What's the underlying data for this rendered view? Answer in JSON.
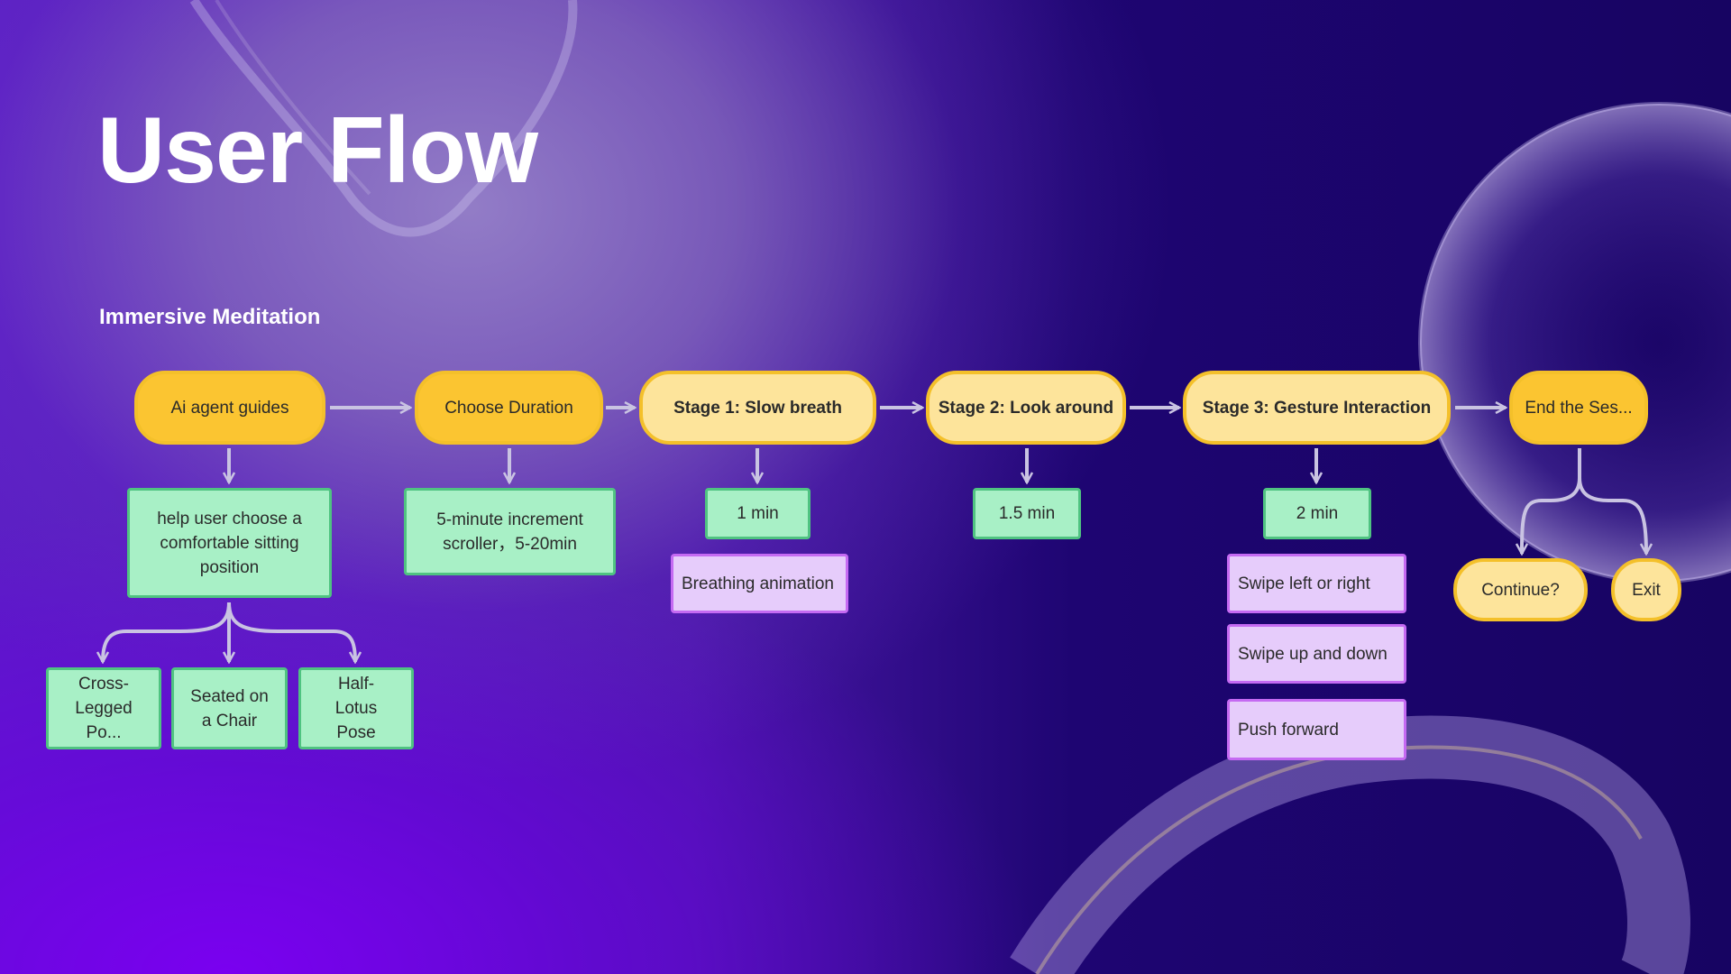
{
  "title": "User Flow",
  "subtitle": "Immersive Meditation",
  "colors": {
    "stage_fill": "#fbc531",
    "stage_light_fill": "#fde49b",
    "detail_fill": "#a8f0c6",
    "action_fill": "#e6ccfb",
    "connector": "#c9c3e2"
  },
  "nodes": {
    "ai_agent": "Ai agent guides",
    "choose_duration": "Choose Duration",
    "stage1": "Stage 1: Slow breath",
    "stage2": "Stage 2: Look around",
    "stage3": "Stage 3: Gesture Interaction",
    "end": "End the Ses...",
    "sitting_help": "help user choose a comfortable sitting position",
    "duration_scroller": "5-minute increment scroller，5-20min",
    "stage1_time": "1 min",
    "stage2_time": "1.5 min",
    "stage3_time": "2 min",
    "breathing": "Breathing animation",
    "swipe_lr": "Swipe left or right",
    "swipe_ud": "Swipe up and down",
    "push": "Push forward",
    "cross_legged": "Cross-Legged Po...",
    "chair": "Seated on a Chair",
    "half_lotus": "Half-Lotus Pose",
    "continue": "Continue?",
    "exit": "Exit"
  }
}
